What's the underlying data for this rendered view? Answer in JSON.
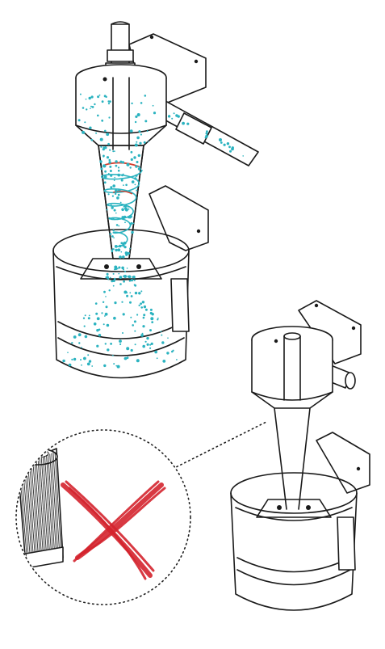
{
  "colors": {
    "line": "#1a1a1a",
    "particle": "#2bb3c0",
    "swirl": "#2bb3c0",
    "swirl_accent": "#d6402f",
    "cross": "#d4232e",
    "dotted": "#222222",
    "background": "#ffffff"
  },
  "particles": {
    "cyclone_count": 170,
    "bucket_count": 150,
    "inlet_count": 22
  },
  "icons": {
    "cyclone_in_use": "cyclone-separator-with-dust-icon",
    "cyclone_clean": "cyclone-separator-icon",
    "filter": "cartridge-filter-icon",
    "cross": "red-x-icon"
  }
}
